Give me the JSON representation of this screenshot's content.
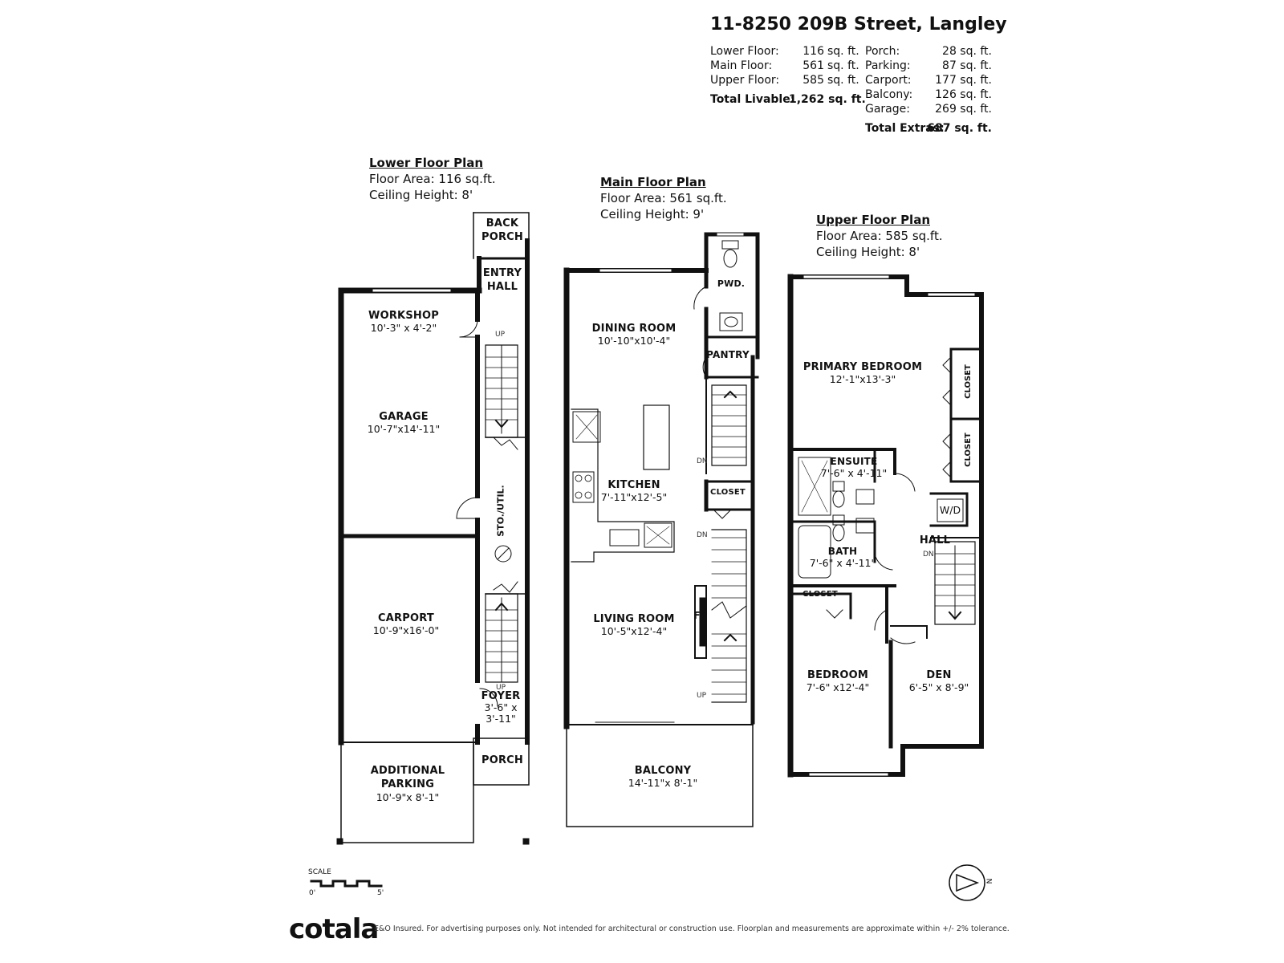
{
  "address": "11-8250 209B Street, Langley",
  "areas": {
    "livable": [
      {
        "label": "Lower Floor:",
        "value": "116",
        "unit": "sq. ft."
      },
      {
        "label": "Main Floor:",
        "value": "561",
        "unit": "sq. ft."
      },
      {
        "label": "Upper Floor:",
        "value": "585",
        "unit": "sq. ft."
      }
    ],
    "total_livable": {
      "label": "Total Livable:",
      "value": "1,262 sq. ft."
    },
    "extras": [
      {
        "label": "Porch:",
        "value": "28 sq. ft."
      },
      {
        "label": "Parking:",
        "value": "87 sq. ft."
      },
      {
        "label": "Carport:",
        "value": "177 sq. ft."
      },
      {
        "label": "Balcony:",
        "value": "126 sq. ft."
      },
      {
        "label": "Garage:",
        "value": "269 sq. ft."
      }
    ],
    "total_extras": {
      "label": "Total Extras:",
      "value": "687 sq. ft."
    }
  },
  "plans": {
    "lower": {
      "title": "Lower Floor Plan",
      "area": "Floor Area: 116 sq.ft.",
      "ceiling": "Ceiling Height: 8'"
    },
    "main": {
      "title": "Main Floor Plan",
      "area": "Floor Area: 561 sq.ft.",
      "ceiling": "Ceiling Height: 9'"
    },
    "upper": {
      "title": "Upper Floor Plan",
      "area": "Floor Area: 585 sq.ft.",
      "ceiling": "Ceiling Height: 8'"
    }
  },
  "rooms": {
    "back_porch": {
      "name": "BACK\nPORCH"
    },
    "entry_hall": {
      "name": "ENTRY\nHALL"
    },
    "workshop": {
      "name": "WORKSHOP",
      "dims": "10'-3\" x 4'-2\""
    },
    "garage": {
      "name": "GARAGE",
      "dims": "10'-7\"x14'-11\""
    },
    "sto_util": {
      "name": "STO./UTIL."
    },
    "carport": {
      "name": "CARPORT",
      "dims": "10'-9\"x16'-0\""
    },
    "foyer": {
      "name": "FOYER",
      "dims": "3'-6\" x\n3'-11\""
    },
    "porch": {
      "name": "PORCH"
    },
    "additional_parking": {
      "name": "ADDITIONAL\nPARKING",
      "dims": "10'-9\"x 8'-1\""
    },
    "pwd": {
      "name": "PWD."
    },
    "dining_room": {
      "name": "DINING ROOM",
      "dims": "10'-10\"x10'-4\""
    },
    "pantry": {
      "name": "PANTRY"
    },
    "kitchen": {
      "name": "KITCHEN",
      "dims": "7'-11\"x12'-5\""
    },
    "closet_main": {
      "name": "CLOSET"
    },
    "living_room": {
      "name": "LIVING ROOM",
      "dims": "10'-5\"x12'-4\""
    },
    "fp": {
      "name": "FP"
    },
    "balcony": {
      "name": "BALCONY",
      "dims": "14'-11\"x 8'-1\""
    },
    "primary_bedroom": {
      "name": "PRIMARY BEDROOM",
      "dims": "12'-1\"x13'-3\""
    },
    "closet_up_1": {
      "name": "CLOSET"
    },
    "closet_up_2": {
      "name": "CLOSET"
    },
    "ensuite": {
      "name": "ENSUITE",
      "dims": "7'-6\" x 4'-11\""
    },
    "wd": {
      "name": "W/D"
    },
    "hall": {
      "name": "HALL"
    },
    "bath": {
      "name": "BATH",
      "dims": "7'-6\" x 4'-11\""
    },
    "closet_up_3": {
      "name": "CLOSET"
    },
    "bedroom": {
      "name": "BEDROOM",
      "dims": "7'-6\" x12'-4\""
    },
    "den": {
      "name": "DEN",
      "dims": "6'-5\" x 8'-9\""
    }
  },
  "stair_labels": {
    "up": "UP",
    "dn": "DN"
  },
  "scale": {
    "label": "SCALE",
    "start": "0'",
    "end": "5'"
  },
  "north": {
    "label": "N"
  },
  "brand": "cotala",
  "disclaimer": "E&O Insured. For advertising purposes only. Not intended for architectural or construction use. Floorplan and measurements are approximate within +/- 2% tolerance."
}
